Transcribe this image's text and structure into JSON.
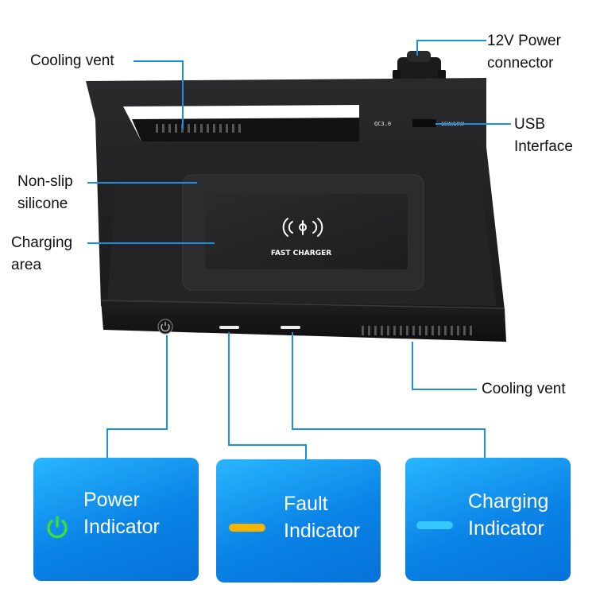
{
  "labels": {
    "cooling_vent_top": "Cooling vent",
    "power_connector": [
      "12V Power",
      "connector"
    ],
    "usb": [
      "USB",
      "Interface"
    ],
    "non_slip": [
      "Non-slip",
      "silicone"
    ],
    "charging_area": [
      "Charging",
      "area"
    ],
    "cooling_vent_side": "Cooling vent"
  },
  "device": {
    "port_label": "QC3.0",
    "port_rating": "15W/10W",
    "pad_text": "FAST CHARGER"
  },
  "cards": [
    {
      "line1": "Power",
      "line2": "Indicator",
      "icon": "power-icon",
      "color": "#3ddc3a"
    },
    {
      "line1": "Fault",
      "line2": "Indicator",
      "icon": "fault-bar-icon",
      "color": "#f5b400"
    },
    {
      "line1": "Charging",
      "line2": "Indicator",
      "icon": "charging-bar-icon",
      "color": "#34c8ff"
    }
  ],
  "colors": {
    "leader": "#1a8fe8",
    "card": "#0a83e6"
  }
}
